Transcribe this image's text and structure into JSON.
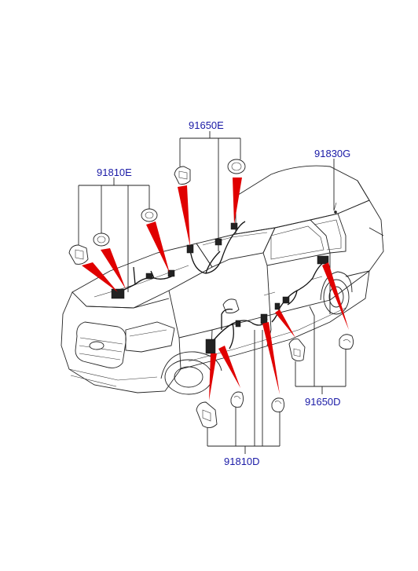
{
  "diagram": {
    "callouts": [
      {
        "id": "left-front-door",
        "label": "91810E"
      },
      {
        "id": "right-front-door-top",
        "label": "91650E"
      },
      {
        "id": "rear-right",
        "label": "91830G"
      },
      {
        "id": "rear-door-lower",
        "label": "91650D"
      },
      {
        "id": "front-door-lower",
        "label": "91810D"
      }
    ],
    "colors": {
      "callout_text": "#1a1aa6",
      "arrow": "#e00000",
      "line": "#222222",
      "background": "#ffffff"
    }
  }
}
